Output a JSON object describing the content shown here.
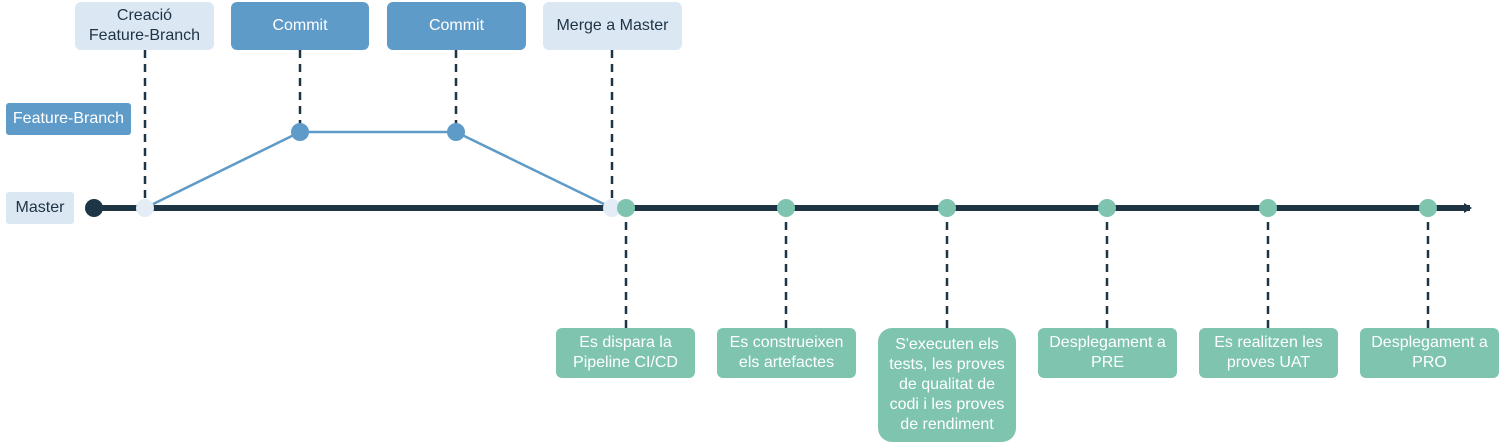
{
  "lanes": {
    "feature": "Feature-Branch",
    "master": "Master"
  },
  "top_events": [
    {
      "label": "Creació\nFeature-Branch"
    },
    {
      "label": "Commit"
    },
    {
      "label": "Commit"
    },
    {
      "label": "Merge a Master"
    }
  ],
  "pipeline_steps": [
    {
      "label": "Es dispara la\nPipeline CI/CD"
    },
    {
      "label": "Es construeixen\nels artefactes"
    },
    {
      "label": "S'executen els\ntests, les proves\nde qualitat de\ncodi i les proves\nde rendiment"
    },
    {
      "label": "Desplegament a\nPRE"
    },
    {
      "label": "Es realitzen les\nproves UAT"
    },
    {
      "label": "Desplegament a\nPRO"
    }
  ],
  "colors": {
    "master_line": "#1e3545",
    "branch_line": "#5f9bc8",
    "commit_node": "#5f9bc8",
    "step_node": "#7ec4ae",
    "junction_node": "#e4edf6",
    "light_box": "#dbe8f4",
    "blue_box": "#5f9bc8",
    "teal_box": "#7ec4ae"
  }
}
